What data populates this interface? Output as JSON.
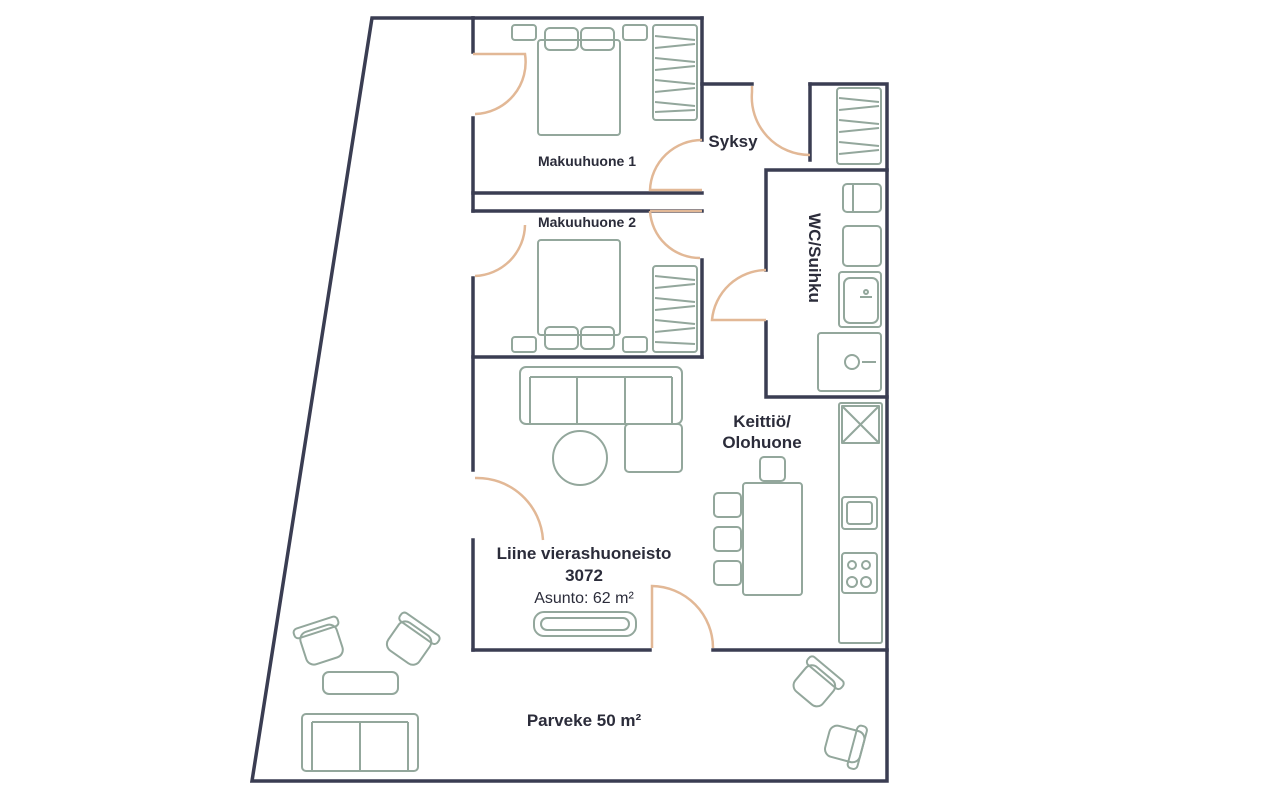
{
  "rooms": {
    "bedroom1": "Makuuhuone 1",
    "bedroom2": "Makuuhuone 2",
    "hallway": "Syksy",
    "bathroom": "WC/Suihku",
    "kitchen_line1": "Keittiö/",
    "kitchen_line2": "Olohuone",
    "balcony": "Parveke 50 m²"
  },
  "apartment": {
    "name_line1": "Liine vierashuoneisto",
    "name_line2": "3072",
    "area": "Asunto: 62 m²"
  },
  "colors": {
    "walls": "#3a3d52",
    "furniture": "#93a79c",
    "doors": "#e2b896",
    "text": "#2b2c3a"
  }
}
